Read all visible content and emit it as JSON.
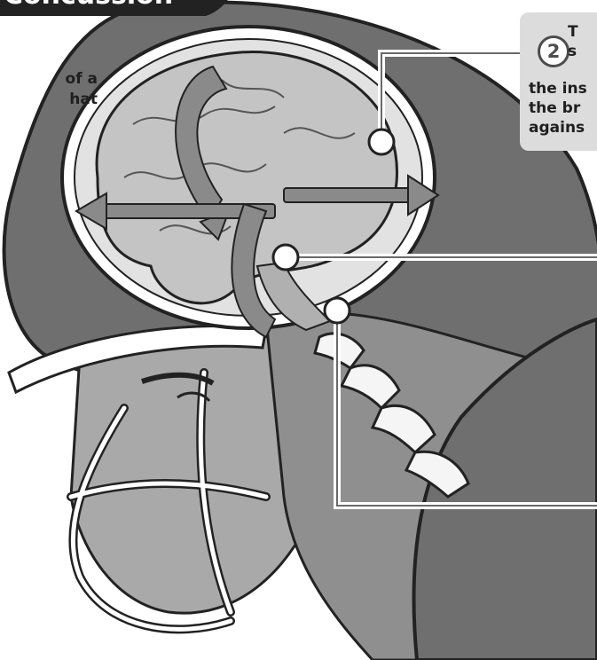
{
  "title_text": "Concussion",
  "left_caption": [
    "of a",
    "hat"
  ],
  "callout": {
    "step_number": "2",
    "lines": [
      "T",
      "s",
      "the ins",
      "the br",
      "agains"
    ]
  },
  "colors": {
    "helmet": "#6f6f6f",
    "brain": "#c4c4c4",
    "skull_fluid": "#e2e2e2",
    "skin": "#a9a9a9",
    "outline": "#222222",
    "callout_bg": "#dcdcdc"
  }
}
